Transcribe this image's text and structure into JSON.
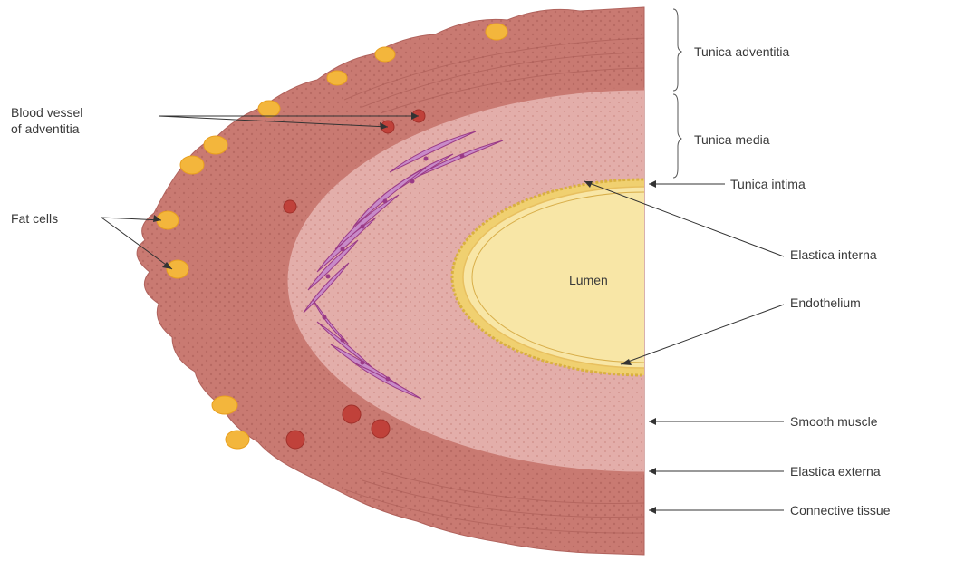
{
  "diagram": {
    "labels": {
      "blood_vessel_line1": "Blood vessel",
      "blood_vessel_line2": "of adventitia",
      "fat_cells": "Fat cells",
      "tunica_adventitia": "Tunica adventitia",
      "tunica_media": "Tunica media",
      "tunica_intima": "Tunica intima",
      "elastica_interna": "Elastica interna",
      "lumen": "Lumen",
      "endothelium": "Endothelium",
      "smooth_muscle": "Smooth muscle",
      "elastica_externa": "Elastica externa",
      "connective_tissue": "Connective tissue"
    },
    "colors": {
      "adventitia": "#c97a72",
      "adventitia_texture": "#b86a63",
      "media": "#e3aeaa",
      "media_texture": "#d69994",
      "lumen": "#f8e6a6",
      "intima_ring": "#f0d070",
      "fat_cell": "#f3b63c",
      "blood_vessel": "#c0413a",
      "smooth_muscle": "#c88ac8",
      "smooth_muscle_nucleus": "#9a3a86",
      "leader": "#333333"
    }
  }
}
